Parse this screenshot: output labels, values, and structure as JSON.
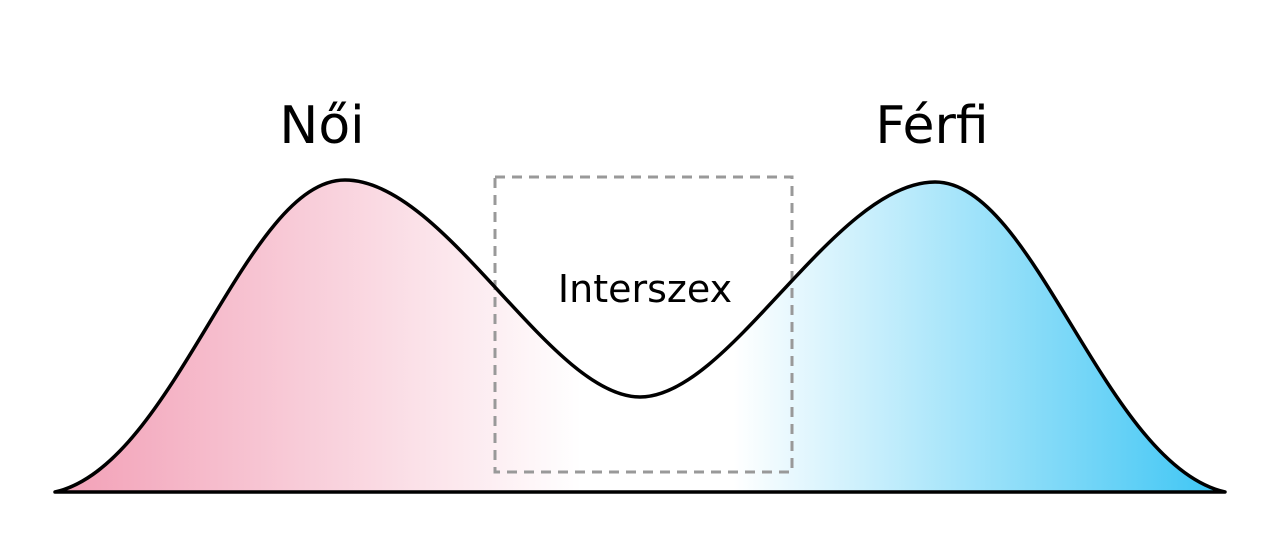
{
  "diagram": {
    "left_label": "Női",
    "right_label": "Férfi",
    "center_label": "Interszex",
    "colors": {
      "female_pink": "#F29FB6",
      "male_blue": "#3CC5F4",
      "middle_white": "#FFFFFF",
      "outline": "#000000",
      "dashed_box": "#999999",
      "text": "#000000"
    }
  }
}
